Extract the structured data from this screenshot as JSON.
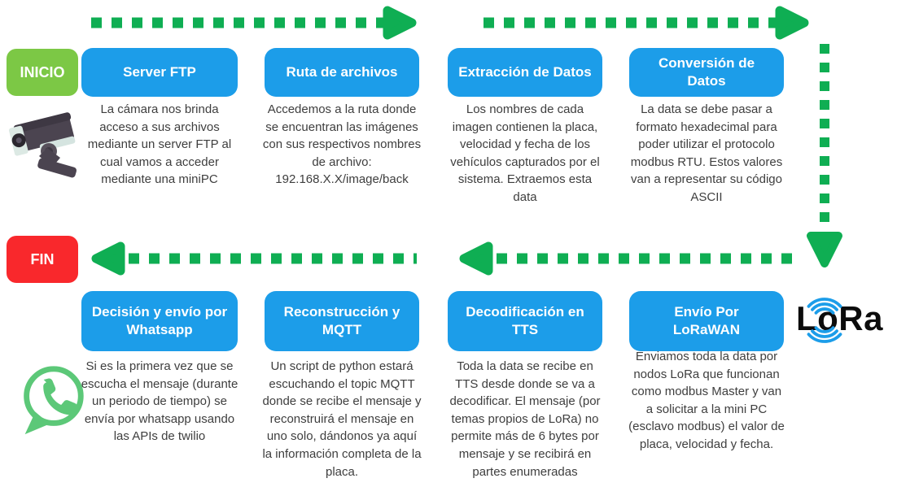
{
  "flow": {
    "start_label": "INICIO",
    "end_label": "FIN",
    "top_row": [
      {
        "title": "Server FTP",
        "description": "La cámara nos brinda acceso a sus archivos mediante un server FTP al cual vamos a acceder mediante una miniPC"
      },
      {
        "title": "Ruta de archivos",
        "description": "Accedemos a la ruta donde se encuentran las imágenes con sus respectivos nombres de archivo: 192.168.X.X/image/back"
      },
      {
        "title": "Extracción de Datos",
        "description": "Los nombres de cada imagen contienen la placa, velocidad y fecha de los vehículos capturados por el sistema. Extraemos esta data"
      },
      {
        "title": "Conversión de Datos",
        "description": "La data se debe pasar a formato hexadecimal para poder utilizar el protocolo modbus RTU. Estos valores van a representar su código ASCII"
      }
    ],
    "bottom_row": [
      {
        "title": "Decisión y envío por Whatsapp",
        "description": "Si es la primera vez que se escucha el mensaje (durante un periodo de tiempo) se envía por whatsapp usando las APIs de twilio"
      },
      {
        "title": "Reconstrucción y MQTT",
        "description": "Un script de python estará escuchando el topic MQTT donde se recibe el mensaje y reconstruirá el mensaje en uno solo, dándonos ya aquí la información completa de la placa."
      },
      {
        "title": "Decodificación en TTS",
        "description": "Toda la data se recibe en TTS desde donde se va a decodificar. El mensaje (por temas propios de LoRa) no permite más de 6 bytes por mensaje y se recibirá en partes enumeradas"
      },
      {
        "title": "Envío Por LoRaWAN",
        "description": "Enviamos toda la data por nodos LoRa que funcionan como modbus Master y van a solicitar a la mini PC (esclavo modbus) el valor de placa, velocidad y fecha."
      }
    ]
  },
  "logo": {
    "lora_text": "LoRa"
  },
  "icons": {
    "camera": "cctv-camera-icon",
    "whatsapp": "whatsapp-icon",
    "lora_arcs": "lora-signal-arcs-icon",
    "arrows": "green-dashed-flow-arrows"
  },
  "colors": {
    "box_blue": "#1C9DE9",
    "arrow_green": "#0FAE53",
    "start_green": "#7CC845",
    "end_red": "#F9282C",
    "whatsapp_green": "#5CC878",
    "lora_blue": "#1C9DE9",
    "lora_black": "#0C0C0C",
    "body_text": "#3E3E3E"
  }
}
